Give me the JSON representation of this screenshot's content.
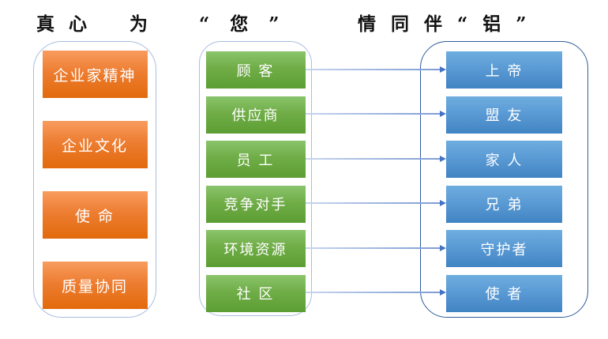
{
  "title": {
    "part1": "真心",
    "part2": "为",
    "part3": "“您”",
    "part4": "情同伴“铝”"
  },
  "panels": {
    "values": {
      "items": [
        "企业家精神",
        "企业文化",
        "使 命",
        "质量协同"
      ]
    },
    "stakeholders": {
      "items": [
        "顾 客",
        "供应商",
        "员 工",
        "竞争对手",
        "环境资源",
        "社 区"
      ]
    },
    "roles": {
      "items": [
        "上 帝",
        "盟 友",
        "家 人",
        "兄 弟",
        "守护者",
        "使 者"
      ]
    }
  },
  "connections": [
    {
      "from": "顾 客",
      "to": "上 帝"
    },
    {
      "from": "供应商",
      "to": "盟 友"
    },
    {
      "from": "员 工",
      "to": "家 人"
    },
    {
      "from": "竞争对手",
      "to": "兄 弟"
    },
    {
      "from": "环境资源",
      "to": "守护者"
    },
    {
      "from": "社 区",
      "to": "使 者"
    }
  ],
  "colors": {
    "title_text": "#111111",
    "orange_box_top": "#F89C5E",
    "orange_box_bottom": "#E26A0C",
    "green_box_top": "#8AC46C",
    "green_box_bottom": "#5C9E33",
    "blue_box_top": "#6EADDF",
    "blue_box_bottom": "#4184C3",
    "panel_border_light": "#A9BFE0",
    "panel_border_dark": "#2F5B9B",
    "arrow_line": "#9FB6E0",
    "arrow_head": "#4472C4",
    "box_text": "#FFFFFF",
    "background": "#FFFFFF"
  }
}
